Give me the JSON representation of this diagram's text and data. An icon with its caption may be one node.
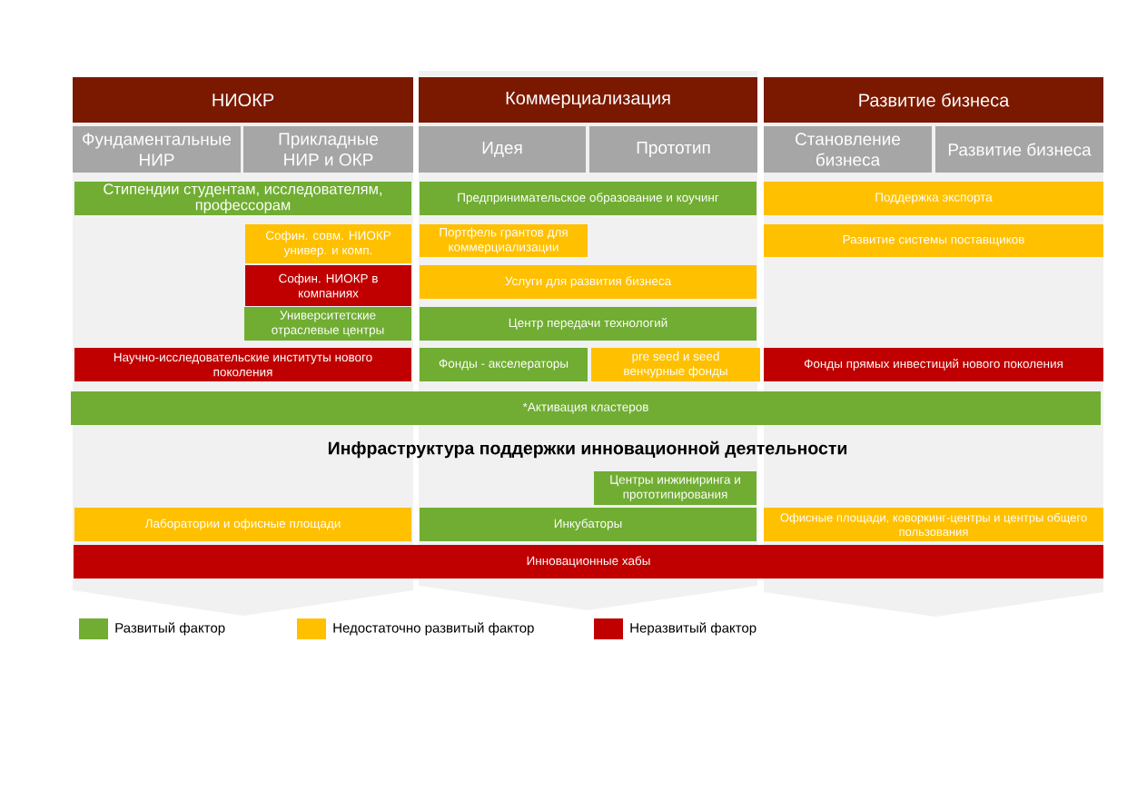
{
  "diagram": {
    "nodes": [
      {
        "text": [
          "НИОКР"
        ]
      },
      {
        "text": [
          "Коммерциализация"
        ]
      },
      {
        "text": [
          "Развитие бизнеса"
        ]
      },
      {
        "text": [
          "Фундаментальные НИР"
        ]
      },
      {
        "text": [
          "Прикладные НИР и ОКР"
        ]
      },
      {
        "text": [
          "Идея"
        ]
      },
      {
        "text": [
          "Прототип"
        ]
      },
      {
        "text": [
          "Становление бизнеса"
        ]
      },
      {
        "text": [
          "Развитие бизнеса"
        ]
      },
      {
        "text": [
          "Стипендии студентам, исследователям, профессорам"
        ]
      },
      {
        "text": [
          "Предпринимательское образование и коучинг"
        ]
      },
      {
        "text": [
          "Поддержка экспорта"
        ]
      },
      {
        "text": [
          "Софин. совм. НИОКР универ. и комп."
        ]
      },
      {
        "text": [
          "Портфель грантов для коммерциализации"
        ]
      },
      {
        "text": [
          "Развитие системы поставщиков"
        ]
      },
      {
        "text": [
          "Софин. НИОКР в компаниях"
        ]
      },
      {
        "text": [
          "Услуги для развития бизнеса"
        ]
      },
      {
        "text": [
          "Университетские отраслевые центры"
        ]
      },
      {
        "text": [
          "Центр передачи технологий"
        ]
      },
      {
        "text": [
          "Научно-исследовательские институты нового поколения"
        ]
      },
      {
        "text": [
          "Фонды - акселераторы"
        ]
      },
      {
        "text": [
          "pre seed и seed венчурные фонды"
        ]
      },
      {
        "text": [
          "Фонды прямых инвестиций нового поколения"
        ]
      },
      {
        "text": [
          "*Активация кластеров"
        ]
      },
      {
        "text": [
          "Центры инжиниринга и прототипирования"
        ]
      },
      {
        "text": [
          "Лаборатории и офисные площади"
        ]
      },
      {
        "text": [
          "Инкубаторы"
        ]
      },
      {
        "text": [
          "Офисные площади, коворкинг-центры и центры общего пользования"
        ]
      },
      {
        "text": [
          "Инновационные хабы"
        ]
      }
    ],
    "labels": [
      "Инфраструктура поддержки инновационной деятельности"
    ],
    "legend": [
      {
        "text": "Развитый фактор",
        "color": "#70ad32"
      },
      {
        "text": "Недостаточно развитый фактор",
        "color": "#ffc000"
      },
      {
        "text": "Неразвитый фактор",
        "color": "#c00000"
      }
    ]
  }
}
